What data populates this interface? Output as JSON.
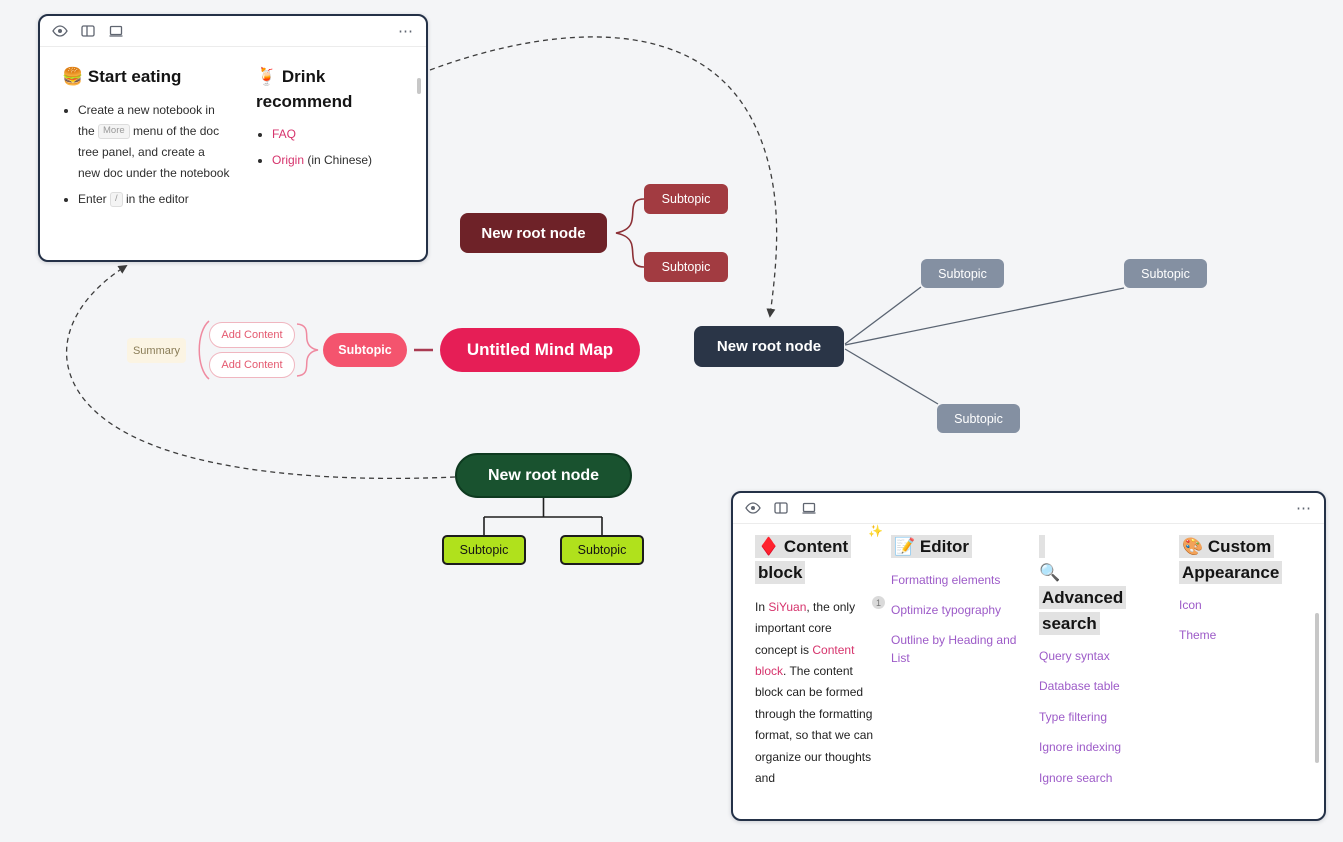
{
  "colors": {
    "background": "#f4f5f7",
    "maroon_root": "#6e2228",
    "red_subtopic": "#a23b41",
    "pink_subtopic": "#f4546e",
    "mindmap_title_pill": "#e61e56",
    "navy_root": "#2a3547",
    "gray_subtopic": "#8490a2",
    "green_root": "#19522f",
    "green_subtopic": "#b0e11c",
    "link_pink": "#d6336c",
    "link_purple": "#9d5bc8",
    "heading_highlight": "#e2e2e2",
    "card_border": "#243147"
  },
  "toolbar": {
    "icon_names": [
      "eye-icon",
      "split-panel-icon",
      "device-icon",
      "more-icon"
    ],
    "more_glyph": "⋯"
  },
  "doc_card_top": {
    "col1": {
      "title_emoji": "🍔",
      "title": "Start eating",
      "bullet1_pre": "Create a new notebook in the ",
      "bullet1_kbd": "More",
      "bullet1_post": " menu of the doc tree panel, and create a new doc under the notebook",
      "bullet2_pre": "Enter ",
      "bullet2_kbd": "/",
      "bullet2_post": " in the editor"
    },
    "col2": {
      "title_emoji": "🍹",
      "title": "Drink recommend",
      "link1": "FAQ",
      "link2": "Origin",
      "link2_suffix": " (in Chinese)"
    }
  },
  "maroon_tree": {
    "root": "New root node",
    "subtopics": [
      "Subtopic",
      "Subtopic"
    ]
  },
  "summary_cluster": {
    "label": "Summary",
    "add_items": [
      "Add Content",
      "Add Content"
    ],
    "subtopic": "Subtopic",
    "map_title": "Untitled Mind Map"
  },
  "navy_tree": {
    "root": "New root node",
    "subtopics": [
      "Subtopic",
      "Subtopic",
      "Subtopic"
    ]
  },
  "green_tree": {
    "root": "New root node",
    "subtopics": [
      "Subtopic",
      "Subtopic"
    ]
  },
  "doc_card_bottom": {
    "col1": {
      "title_emoji": "♦️",
      "title": "Content block",
      "sparkle": "✨",
      "badge": "1",
      "p_pre": "In ",
      "link_siyuan": "SiYuan",
      "p_mid": ", the only important core concept is ",
      "link_content_block": "Content block",
      "p_post": ". The content block can be formed through the formatting format, so that we can organize our thoughts and"
    },
    "col2": {
      "title_emoji": "📝",
      "title": "Editor",
      "links": [
        "Formatting elements",
        "Optimize typography",
        "Outline by Heading and List"
      ]
    },
    "col3": {
      "title_emoji": "🔍",
      "title": "Advanced search",
      "links": [
        "Query syntax",
        "Database table",
        "Type filtering",
        "Ignore indexing",
        "Ignore search"
      ]
    },
    "col4": {
      "title_emoji": "🎨",
      "title": "Custom Appearance",
      "links": [
        "Icon",
        "Theme"
      ]
    }
  }
}
